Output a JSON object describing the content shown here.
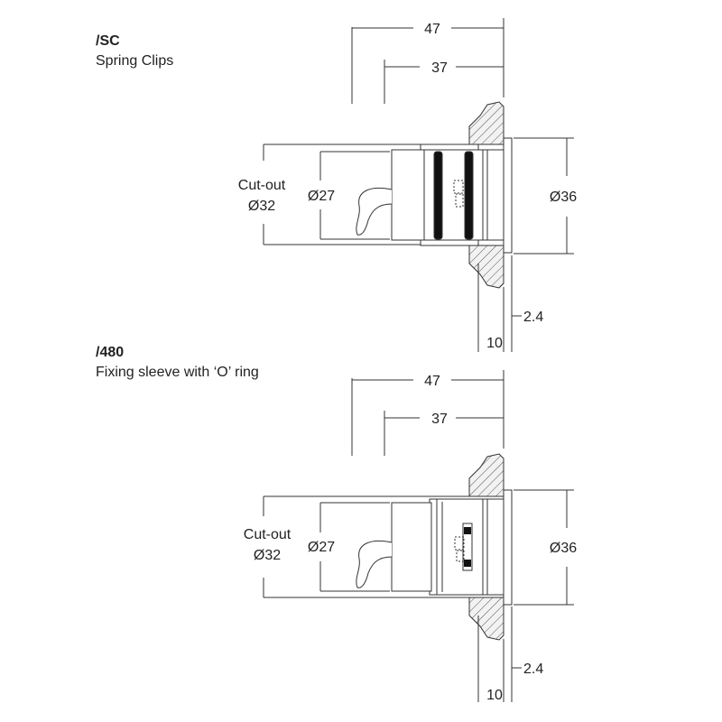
{
  "variants": [
    {
      "code": "/SC",
      "description": "Spring Clips",
      "dims": {
        "overall": "47",
        "body": "37",
        "cutout_label": "Cut-out",
        "cutout_dia": "Ø32",
        "body_dia": "Ø27",
        "flange_dia": "Ø36",
        "flange_thickness": "2.4",
        "depth": "10"
      }
    },
    {
      "code": "/480",
      "description": "Fixing sleeve with ‘O’ ring",
      "dims": {
        "overall": "47",
        "body": "37",
        "cutout_label": "Cut-out",
        "cutout_dia": "Ø32",
        "body_dia": "Ø27",
        "flange_dia": "Ø36",
        "flange_thickness": "2.4",
        "depth": "10"
      }
    }
  ]
}
